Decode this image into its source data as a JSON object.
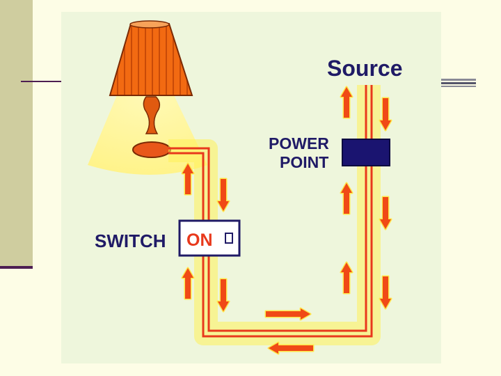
{
  "diagram": {
    "source_label": "Source",
    "power_point_label_line1": "POWER",
    "power_point_label_line2": "POINT",
    "switch_label": "SWITCH",
    "switch_state": "ON"
  },
  "colors": {
    "wire": "#e8391c",
    "wire_glow": "#ffe74a",
    "label": "#1f1a66",
    "lamp_shade": "#f26a12",
    "lamp_light": "#fff7a8",
    "panel_background": "#eef6dc"
  },
  "icons": [
    "lamp-icon",
    "power-point-icon",
    "switch-icon",
    "current-arrow-icon"
  ]
}
